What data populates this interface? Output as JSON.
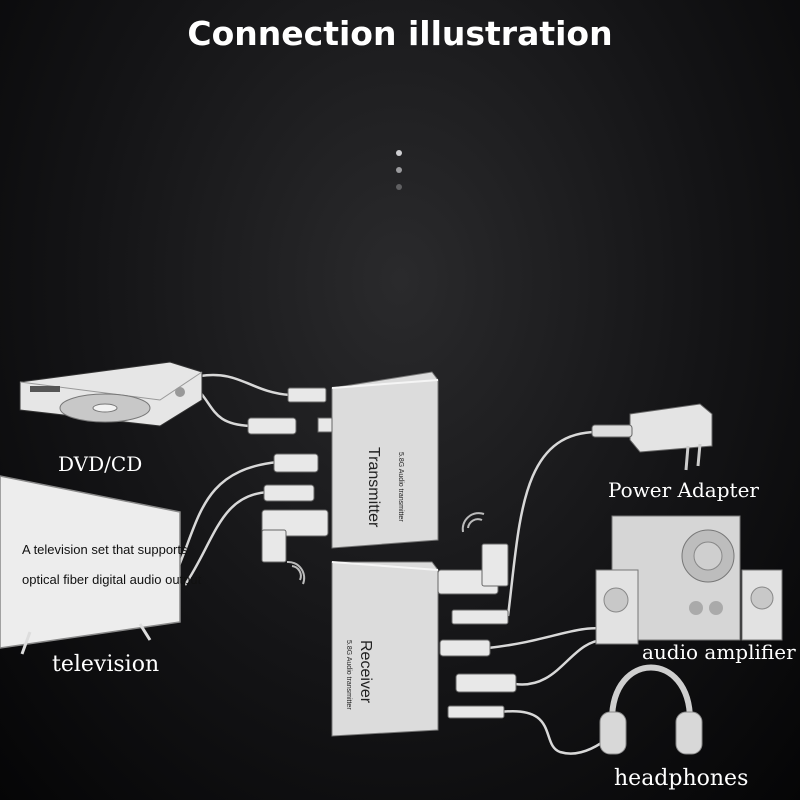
{
  "title": "Connection illustration",
  "labels": {
    "dvd": "DVD/CD",
    "television": "television",
    "power_adapter": "Power Adapter",
    "audio_amplifier": "audio amplifier",
    "headphones": "headphones"
  },
  "transmitter": {
    "name": "Transmitter",
    "subtitle": "5.8G Audio transmitter"
  },
  "receiver": {
    "name": "Receiver",
    "subtitle": "5.8G Audio transmitter"
  },
  "tv_screen": {
    "line1": "A television set that supports",
    "line2": "optical fiber digital audio output"
  },
  "colors": {
    "background": "#141416",
    "device": "#dcdcdc",
    "text": "#ffffff",
    "cable": "#d8d8d8"
  },
  "icons": [
    "dvd-player-icon",
    "television-icon",
    "power-adapter-icon",
    "speaker-system-icon",
    "headphones-icon",
    "wireless-signal-icon"
  ]
}
